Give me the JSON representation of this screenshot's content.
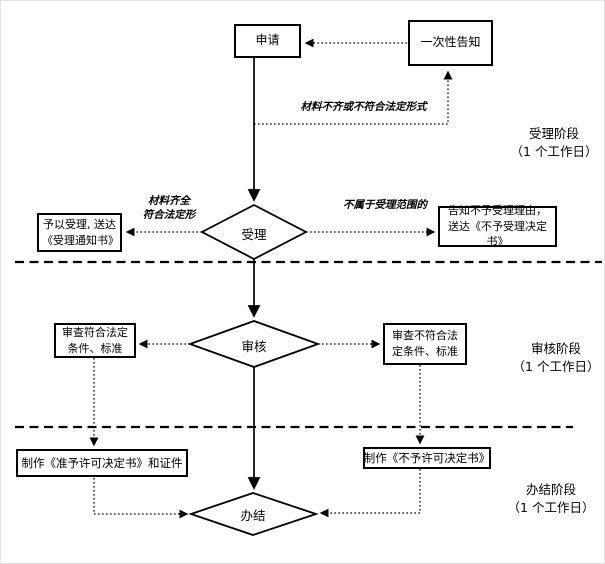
{
  "nodes": {
    "apply": "申请",
    "one_time_notice": "一次性告知",
    "accept_diamond": "受理",
    "review_diamond": "审核",
    "close_diamond": "办结",
    "grant_accept": "予以受理, 送达《受理通知书》",
    "reject_accept": "告知不予受理理由，送达《不予受理决定书》",
    "review_pass": "审查符合法定条件、标准",
    "review_fail": "审查不符合法定条件、标准",
    "make_grant": "制作《准予许可决定书》和证件",
    "make_reject": "制作《不予许可决定书》"
  },
  "edge_labels": {
    "incomplete": "材料不齐或不符合法定形式",
    "complete_line1": "材料齐全",
    "complete_line2": "符合法定形",
    "not_in_scope": "不属于受理范围的"
  },
  "stages": [
    {
      "name": "受理阶段",
      "duration": "（1 个工作日）"
    },
    {
      "name": "审核阶段",
      "duration": "（1 个工作日）"
    },
    {
      "name": "办结阶段",
      "duration": "（1 个工作日）"
    }
  ],
  "colors": {
    "line": "#000000",
    "background": "#ffffff"
  }
}
